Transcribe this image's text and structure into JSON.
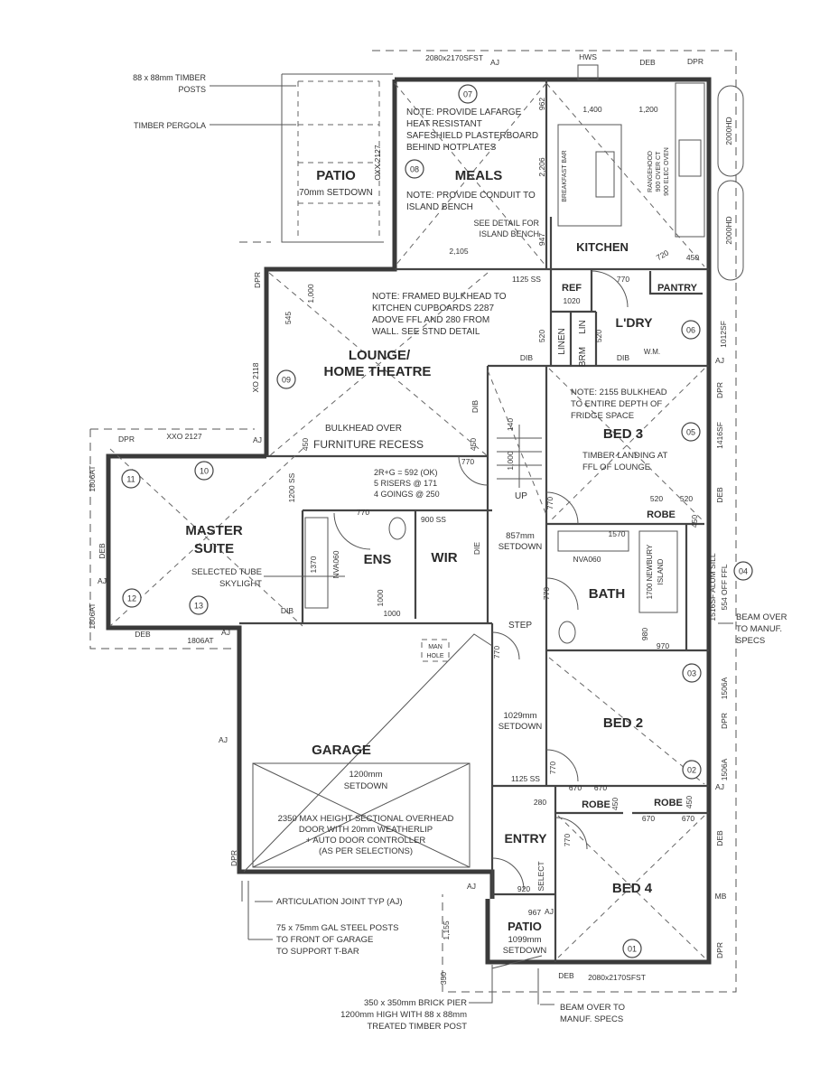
{
  "rooms": {
    "patio_rear": "PATIO",
    "meals": "MEALS",
    "kitchen": "KITCHEN",
    "ref": "REF",
    "pantry": "PANTRY",
    "laundry": "L'DRY",
    "linen": "LINEN",
    "lin": "LIN",
    "brm": "BRM",
    "wm": "W.M.",
    "lounge_1": "LOUNGE/",
    "lounge_2": "HOME THEATRE",
    "bed3": "BED 3",
    "master_1": "MASTER",
    "master_2": "SUITE",
    "ens": "ENS",
    "wir": "WIR",
    "bath": "BATH",
    "robe_bed3": "ROBE",
    "garage": "GARAGE",
    "bed2": "BED 2",
    "robe_bed2": "ROBE",
    "robe_bed4": "ROBE",
    "entry": "ENTRY",
    "bed4": "BED 4",
    "patio_front": "PATIO",
    "step": "STEP",
    "up": "UP",
    "man_hole_1": "MAN",
    "man_hole_2": "HOLE"
  },
  "notes": {
    "patio_setdown": "70mm SETDOWN",
    "meals_note": [
      "NOTE: PROVIDE LAFARGE",
      "HEAT RESISTANT",
      "SAFESHIELD PLASTERBOARD",
      "BEHIND HOTPLATES"
    ],
    "conduit_note": [
      "NOTE: PROVIDE CONDUIT TO",
      "ISLAND BENCH"
    ],
    "island_detail": [
      "SEE DETAIL FOR",
      "ISLAND BENCH"
    ],
    "breakfast_bar": "BREAKFAST BAR",
    "rangehood": [
      "RANGEHOOD",
      "900 OVER CT",
      "900 ELEC OVEN"
    ],
    "lounge_note": [
      "NOTE: FRAMED BULKHEAD TO",
      "KITCHEN CUPBOARDS 2287",
      "ADOVE FFL AND 280 FROM",
      "WALL. SEE STND DETAIL"
    ],
    "bulkhead_over": "BULKHEAD OVER",
    "furniture_recess": "FURNITURE RECESS",
    "stair_calc": [
      "2R+G = 592 (OK)",
      "5 RISERS @ 171",
      "4 GOINGS @ 250"
    ],
    "bed3_note": [
      "NOTE: 2155 BULKHEAD",
      "TO ENTIRE DEPTH OF",
      "FRIDGE SPACE"
    ],
    "landing_note": [
      "TIMBER LANDING AT",
      "FFL OF LOUNGE"
    ],
    "hall_setdown": [
      "857mm",
      "SETDOWN"
    ],
    "hall2_setdown": [
      "1029mm",
      "SETDOWN"
    ],
    "garage_setdown": [
      "1200mm",
      "SETDOWN"
    ],
    "garage_door": [
      "2350 MAX HEIGHT SECTIONAL OVERHEAD",
      "DOOR WITH 20mm WEATHERLIP",
      "+ AUTO DOOR CONTROLLER",
      "(AS PER SELECTIONS)"
    ],
    "patio_front_setdown": [
      "1099mm",
      "SETDOWN"
    ],
    "bath_island": [
      "1700 NEWBURY",
      "ISLAND"
    ]
  },
  "callouts": {
    "timber_posts": [
      "88 x 88mm TIMBER",
      "POSTS"
    ],
    "pergola": "TIMBER PERGOLA",
    "skylight": [
      "SELECTED TUBE",
      "SKYLIGHT"
    ],
    "articulation": "ARTICULATION JOINT TYP (AJ)",
    "steel_posts": [
      "75 x 75mm GAL STEEL POSTS",
      "TO FRONT OF GARAGE",
      "TO SUPPORT T-BAR"
    ],
    "brick_pier": [
      "350 x 350mm BRICK PIER",
      "1200mm HIGH WITH 88 x 88mm",
      "TREATED TIMBER POST"
    ],
    "beam_front": [
      "BEAM OVER TO",
      "MANUF. SPECS"
    ],
    "beam_side": [
      "BEAM OVER",
      "TO MANUF.",
      "SPECS"
    ]
  },
  "tags": [
    "2080x2170SFST",
    "AJ",
    "HWS",
    "DEB",
    "DPR",
    "962",
    "1,400",
    "1,200",
    "2,206",
    "2000HD",
    "2000HD",
    "2,105",
    "947",
    "1125 SS",
    "770",
    "720",
    "450",
    "1020",
    "1012SF",
    "AJ",
    "DIB",
    "DIB",
    "OXX 2127",
    "DPR",
    "1,000",
    "545",
    "XO 2118",
    "DIB",
    "140",
    "1,000",
    "450",
    "770",
    "DPR",
    "1416SF",
    "DEB",
    "XXO 2127",
    "DPR",
    "AJ",
    "1806AT",
    "DEB",
    "AJ",
    "1806AT",
    "DEB",
    "1806AT",
    "AJ",
    "1200 SS",
    "770",
    "900 SS",
    "1370",
    "NVA060",
    "1000",
    "1000",
    "DIB",
    "DIE",
    "520",
    "520",
    "450",
    "1570",
    "NVA060",
    "770",
    "770",
    "980",
    "970",
    "1516SF ALUM SILL",
    "554 OFF FFL",
    "1506A",
    "DPR",
    "1506A",
    "AJ",
    "DEB",
    "MB",
    "DPR",
    "770",
    "770",
    "280",
    "670",
    "670",
    "670",
    "670",
    "450",
    "450",
    "770",
    "920",
    "SELECT",
    "967",
    "AJ",
    "DEB",
    "2080x2170SFST",
    "1,155",
    "350",
    "AJ",
    "DPR",
    "AJ",
    "1125 SS",
    "520",
    "520",
    "450"
  ],
  "window_ids": [
    "07",
    "08",
    "09",
    "06",
    "05",
    "10",
    "11",
    "12",
    "13",
    "04",
    "03",
    "02",
    "01"
  ]
}
